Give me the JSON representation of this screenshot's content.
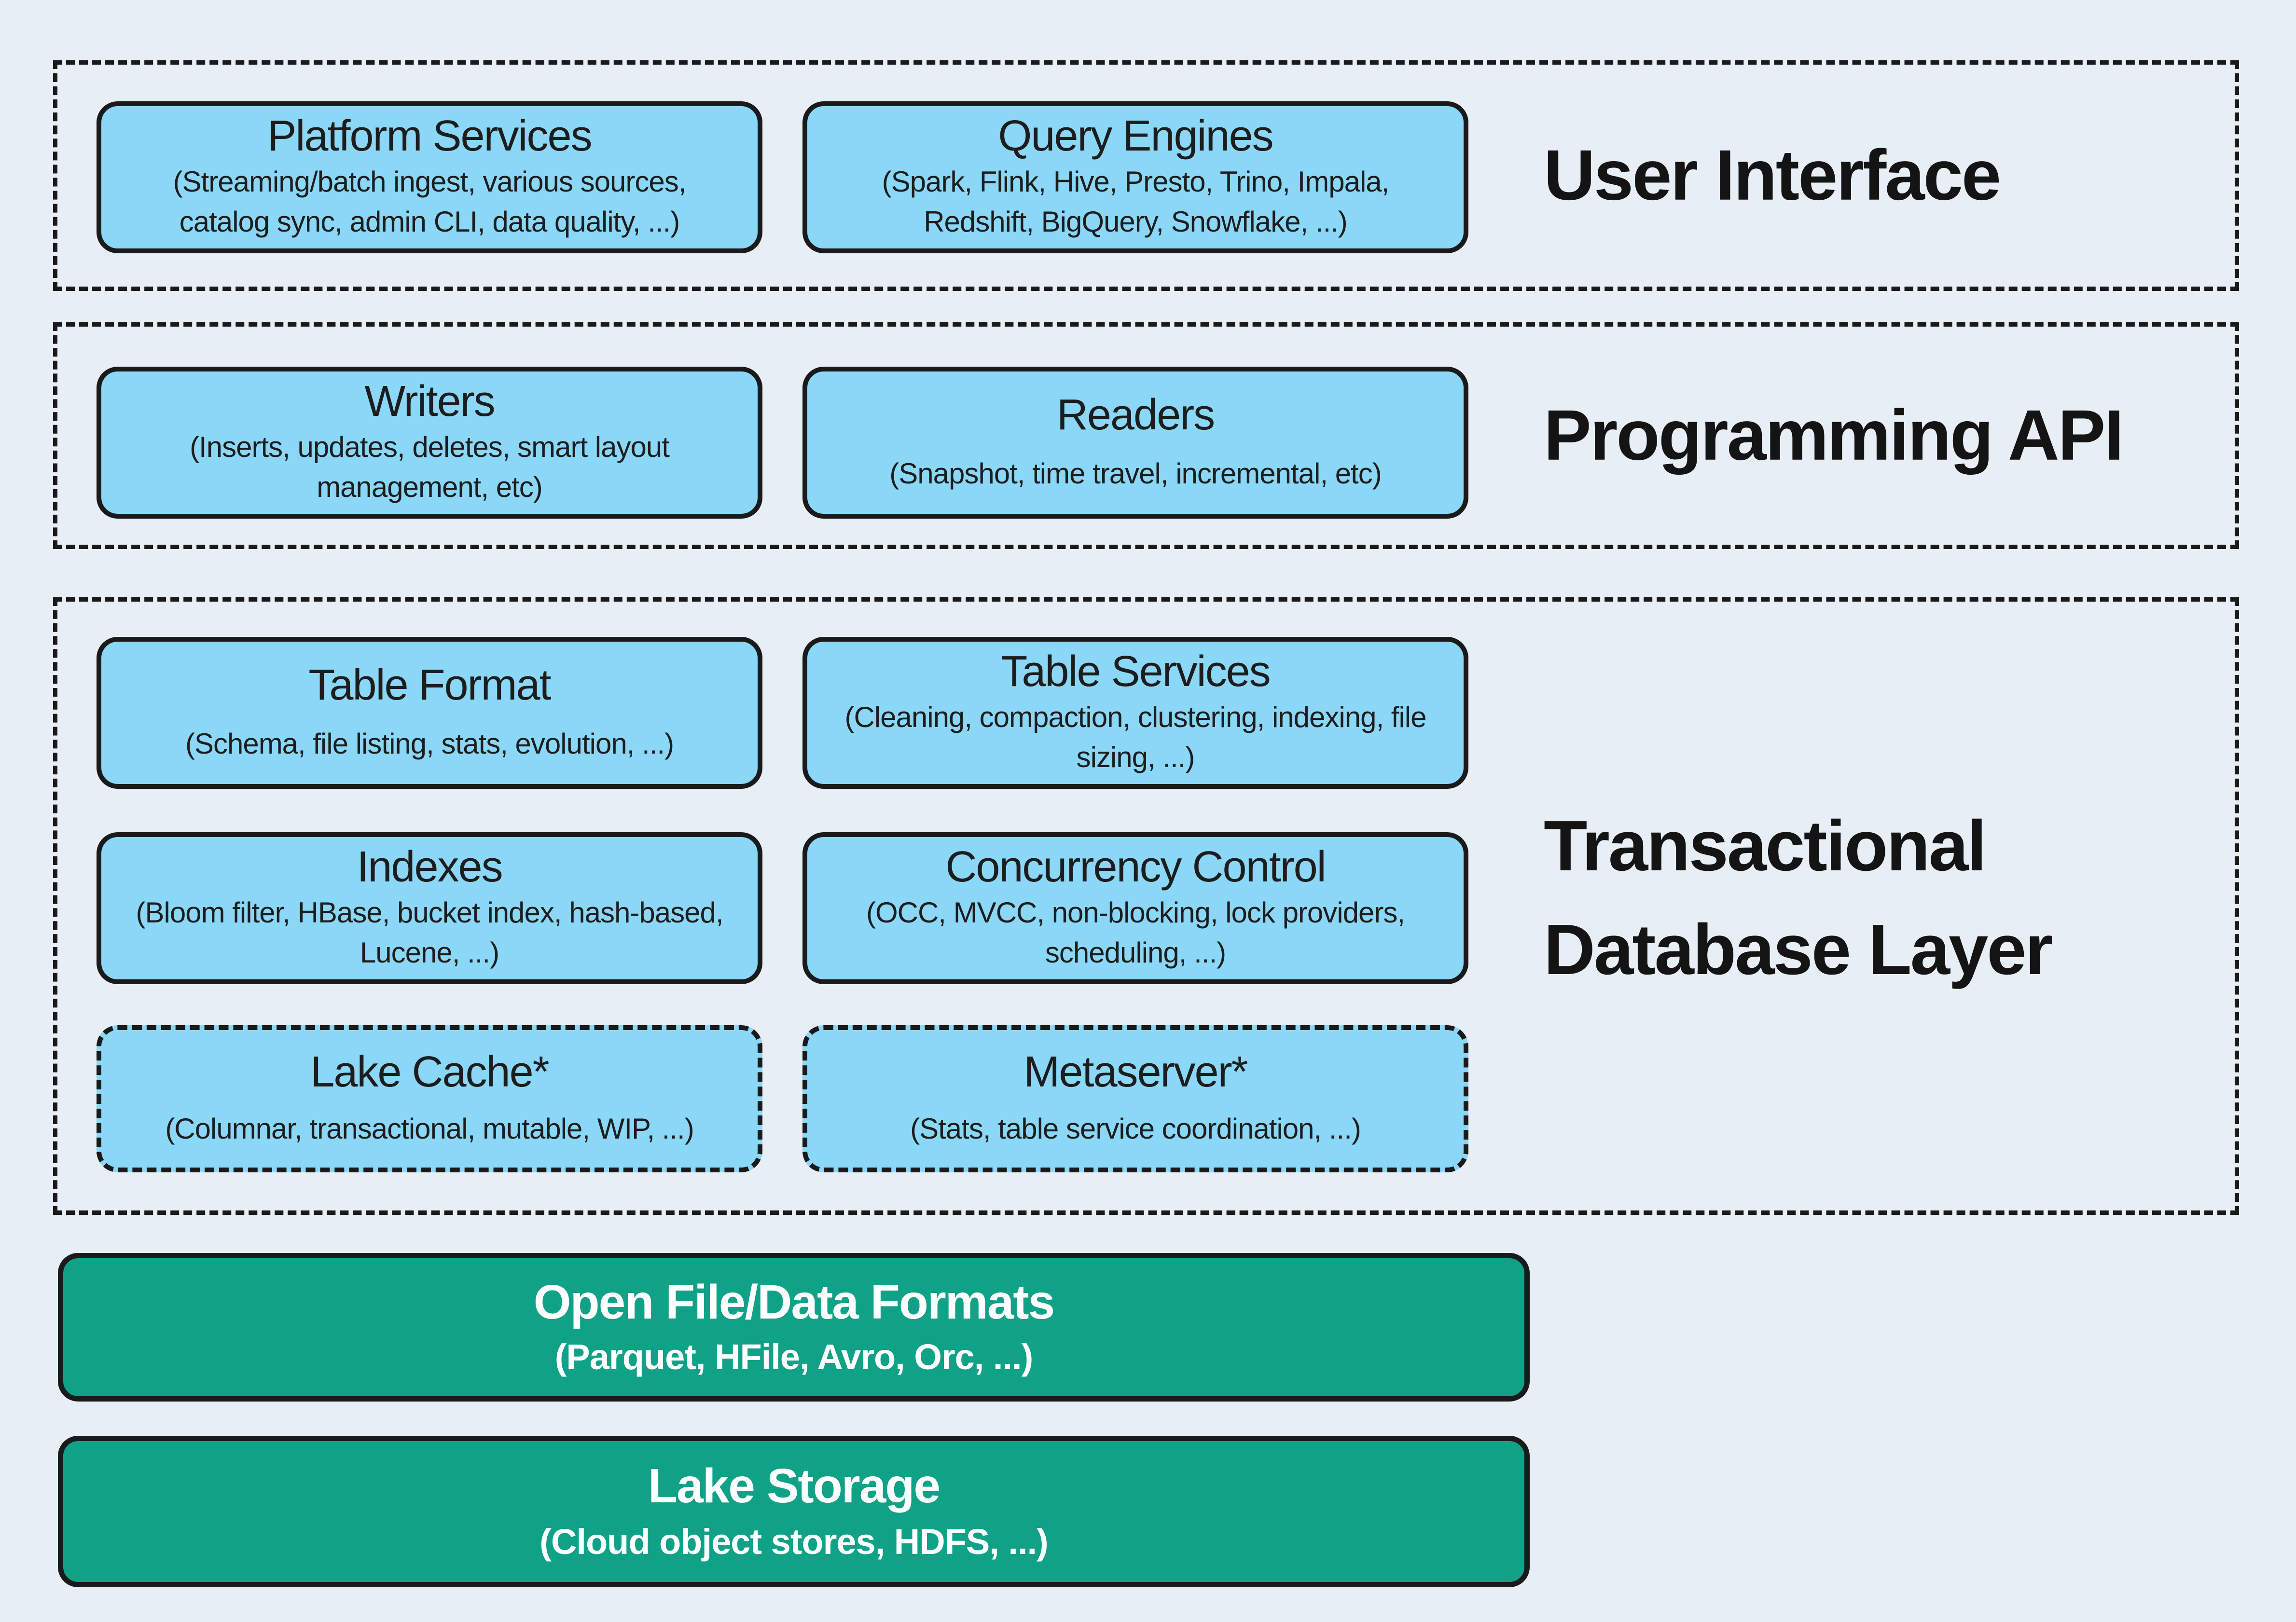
{
  "page": {
    "background": "#e8eef5"
  },
  "colors": {
    "page_bg": "#e8eef5",
    "box_fill": "#8bd7f8",
    "box_border": "#1a1a1a",
    "text_dark": "#1d1d1d",
    "green_fill": "#10a287",
    "green_text": "#ffffff"
  },
  "sections": [
    {
      "id": "user-interface",
      "label": "User Interface",
      "boxes": [
        {
          "title": "Platform Services",
          "subtitle": "(Streaming/batch ingest, various sources, catalog sync, admin CLI, data quality, ...)"
        },
        {
          "title": "Query Engines",
          "subtitle": "(Spark, Flink, Hive, Presto, Trino, Impala, Redshift, BigQuery, Snowflake, ...)"
        }
      ]
    },
    {
      "id": "programming-api",
      "label": "Programming API",
      "boxes": [
        {
          "title": "Writers",
          "subtitle": "(Inserts, updates, deletes, smart layout management, etc)"
        },
        {
          "title": "Readers",
          "subtitle": "(Snapshot, time travel, incremental, etc)"
        }
      ]
    },
    {
      "id": "transactional-database-layer",
      "label": "Transactional Database Layer",
      "boxes": [
        {
          "title": "Table Format",
          "subtitle": "(Schema, file listing, stats, evolution, ...)"
        },
        {
          "title": "Table Services",
          "subtitle": "(Cleaning, compaction, clustering, indexing, file sizing, ...)"
        },
        {
          "title": "Indexes",
          "subtitle": "(Bloom filter, HBase, bucket index, hash-based, Lucene, ...)"
        },
        {
          "title": "Concurrency Control",
          "subtitle": "(OCC, MVCC, non-blocking, lock providers, scheduling, ...)"
        },
        {
          "title": "Lake Cache*",
          "subtitle": "(Columnar, transactional, mutable, WIP, ...)",
          "dashed": true
        },
        {
          "title": "Metaserver*",
          "subtitle": "(Stats, table service coordination, ...)",
          "dashed": true
        }
      ]
    }
  ],
  "bottom_bars": [
    {
      "title": "Open File/Data Formats",
      "subtitle": "(Parquet, HFile, Avro, Orc, ...)"
    },
    {
      "title": "Lake Storage",
      "subtitle": "(Cloud object stores, HDFS, ...)"
    }
  ]
}
